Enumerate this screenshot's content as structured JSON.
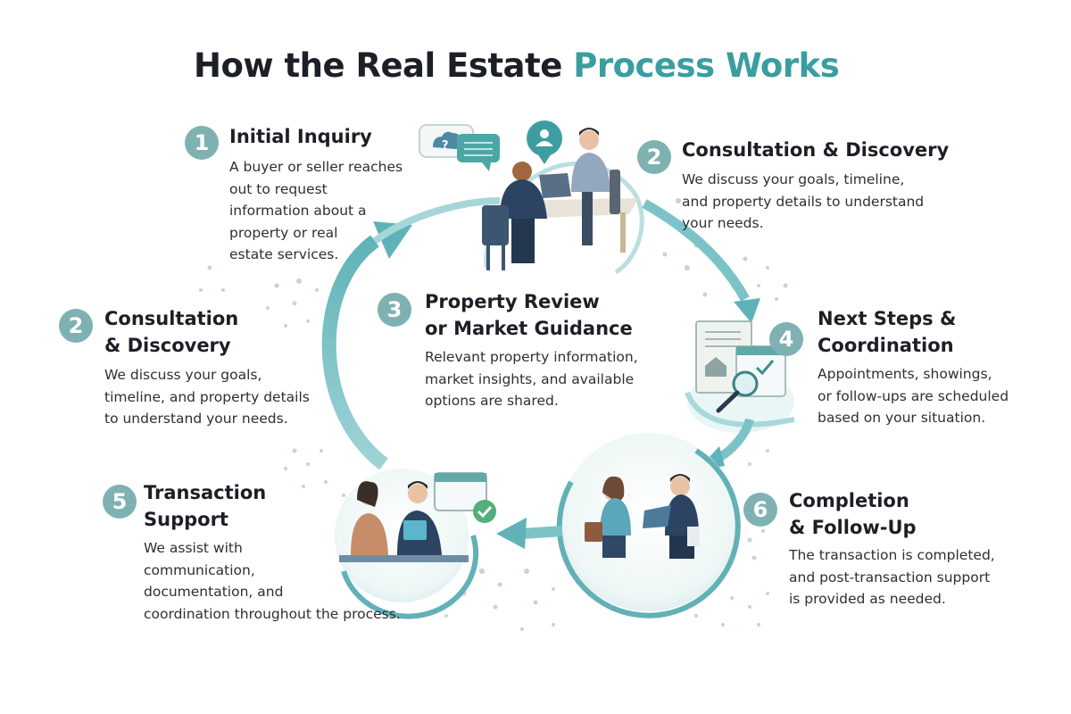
{
  "title": {
    "main": "How the Real Estate",
    "accent": "Process Works"
  },
  "colors": {
    "accent": "#3a9ea0",
    "badge": "#7fb1b3",
    "arrow": "#7cc3c8",
    "text": "#1c1f26"
  },
  "steps": [
    {
      "number": "1",
      "title": [
        "Initial Inquiry"
      ],
      "description": [
        "A buyer or seller reaches",
        "out to request",
        "information about a",
        "property or real",
        "estate services."
      ],
      "icon": "meeting-illustration"
    },
    {
      "number": "2",
      "title": [
        "Consultation & Discovery"
      ],
      "description": [
        "We discuss your goals, timeline,",
        "and property details to understand",
        "your needs."
      ],
      "icon": "chat-bubbles-icon"
    },
    {
      "number": "2",
      "title": [
        "Consultation",
        "& Discovery"
      ],
      "description": [
        "We discuss your goals,",
        "timeline, and property details",
        "to understand your needs."
      ]
    },
    {
      "number": "3",
      "title": [
        "Property Review",
        "or Market Guidance"
      ],
      "description": [
        "Relevant property information,",
        "market insights, and available",
        "options are shared."
      ]
    },
    {
      "number": "4",
      "title": [
        "Next Steps &",
        "Coordination"
      ],
      "description": [
        "Appointments, showings,",
        "or follow-ups are scheduled",
        "based on your situation."
      ],
      "icon": "calendar-search-illustration"
    },
    {
      "number": "5",
      "title": [
        "Transaction",
        "Support"
      ],
      "description": [
        "We assist with",
        "communication,",
        "documentation, and",
        "coordination throughout the process."
      ],
      "icon": "handshake-illustration"
    },
    {
      "number": "6",
      "title": [
        "Completion",
        "& Follow-Up"
      ],
      "description": [
        "The transaction is completed,",
        "and post-transaction support",
        "is provided as needed."
      ],
      "icon": "handshake-illustration"
    }
  ]
}
